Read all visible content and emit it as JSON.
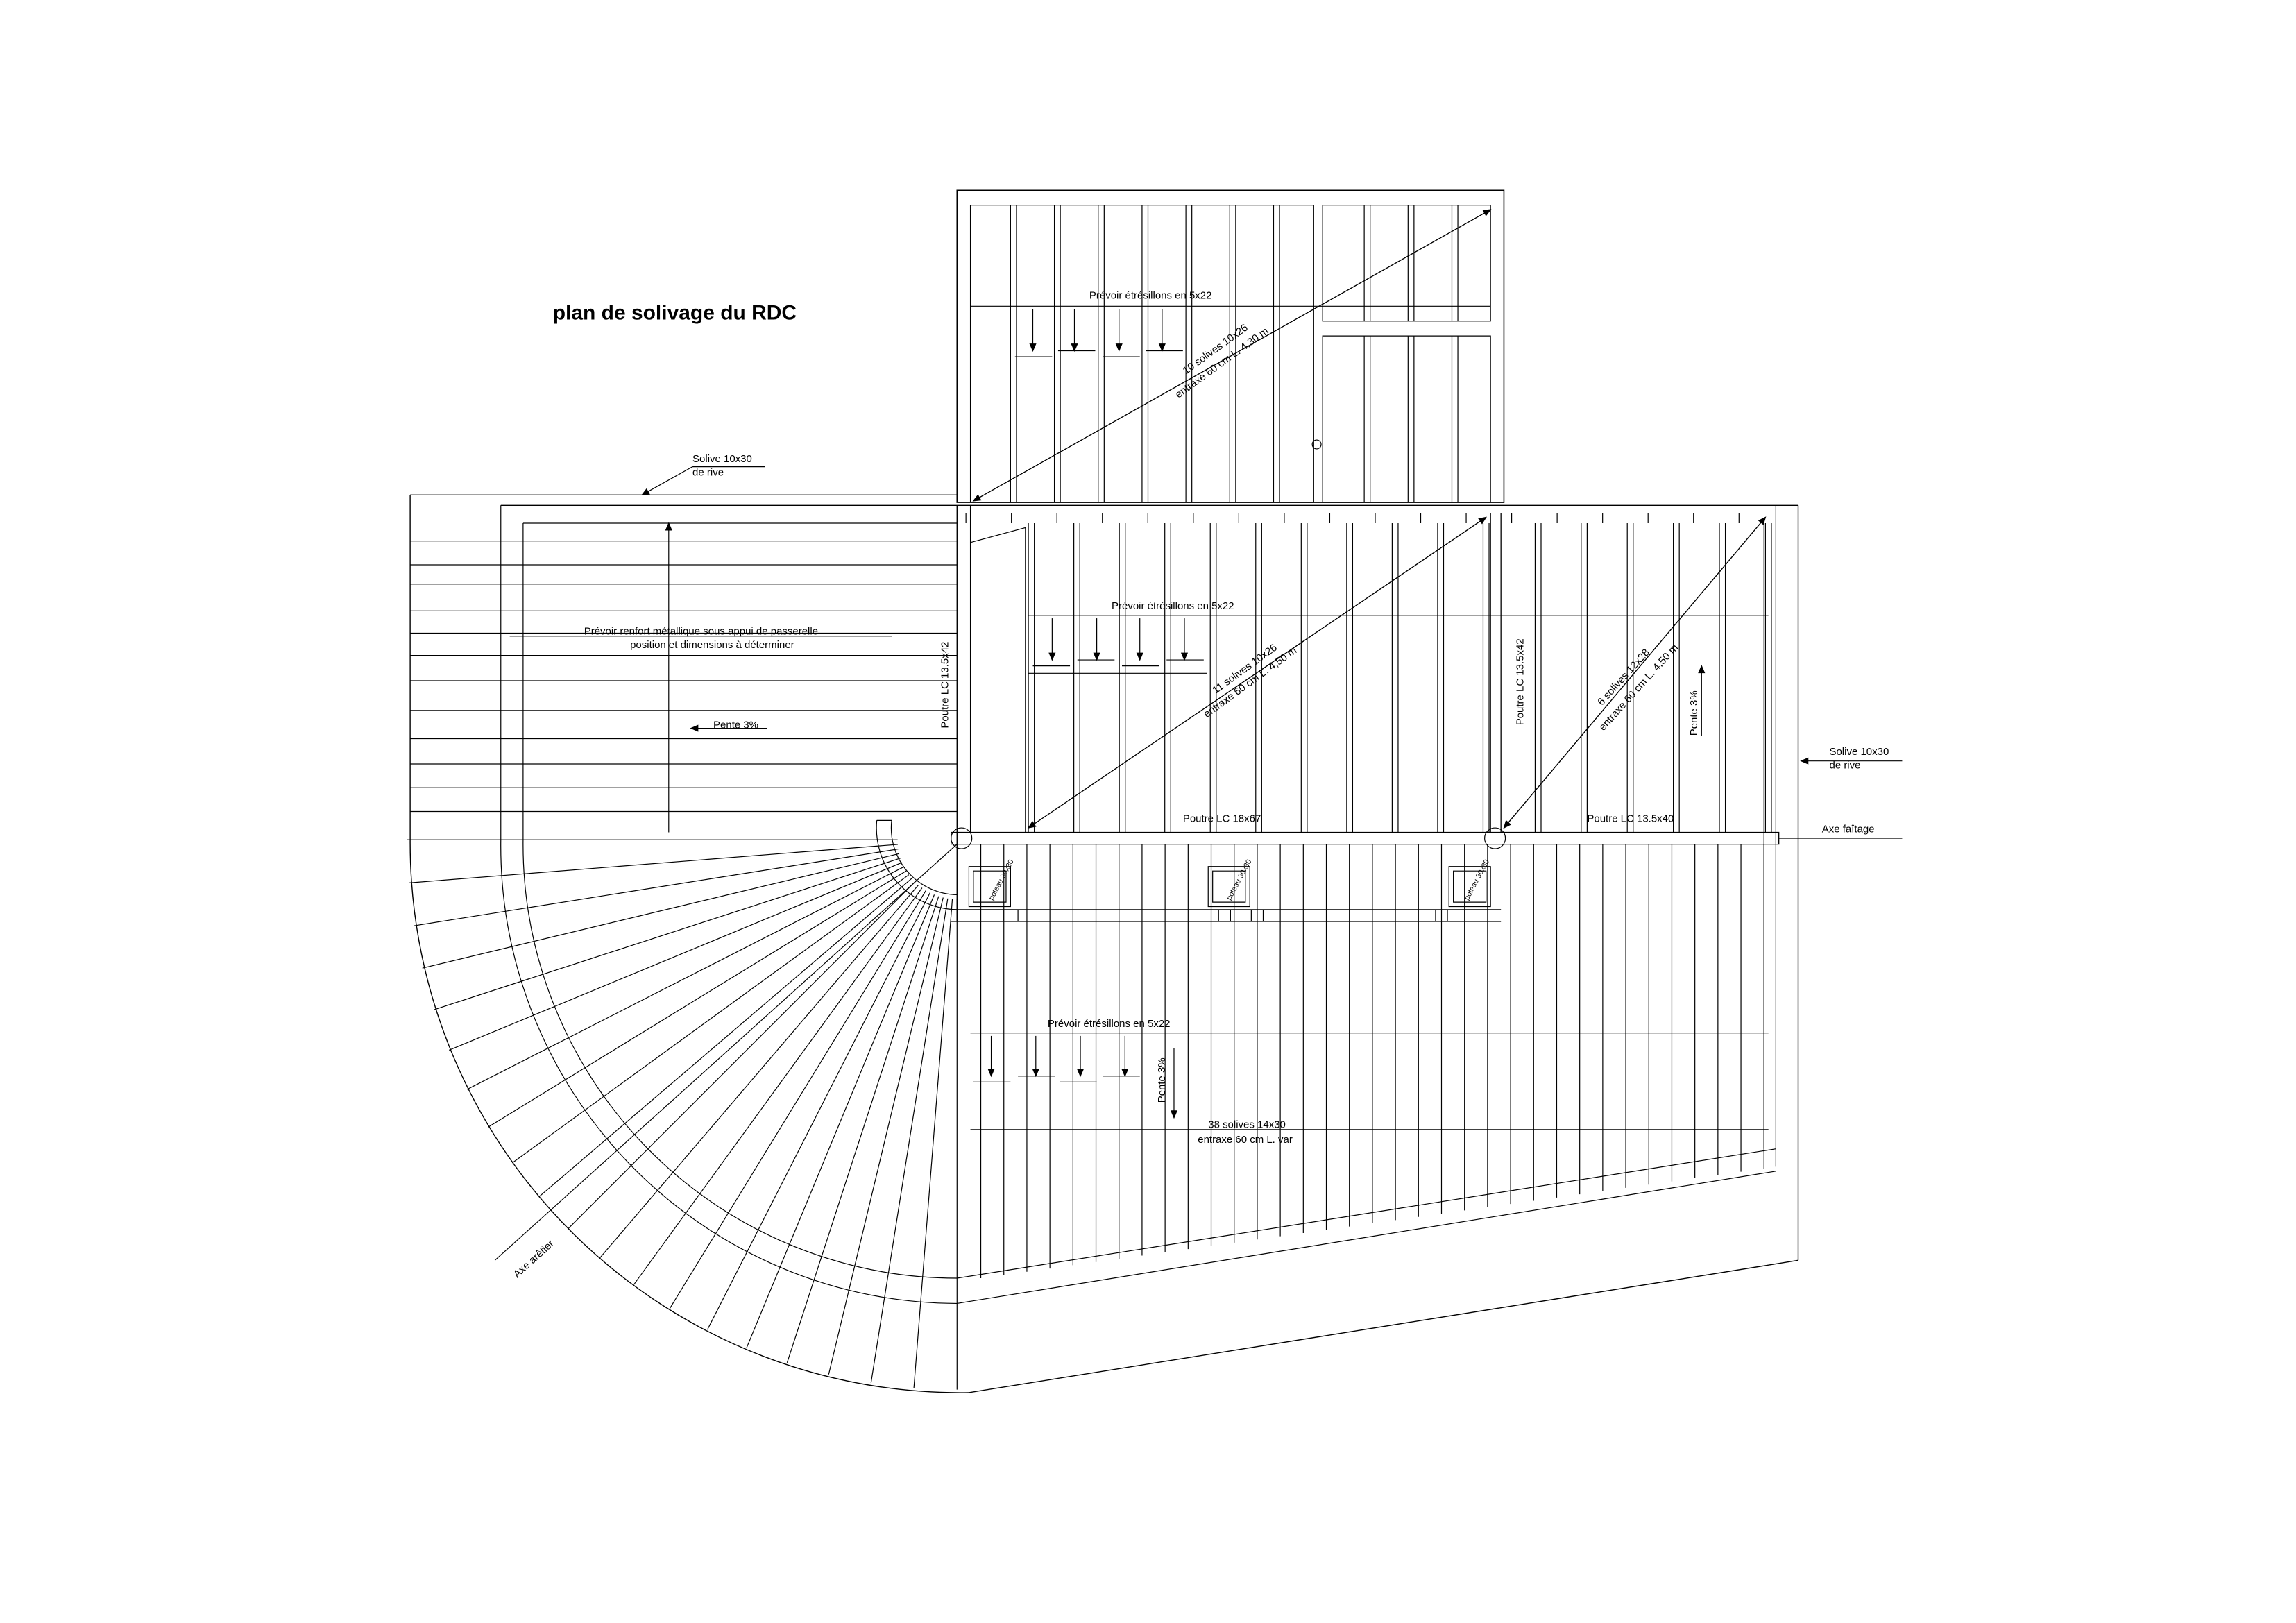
{
  "title": "plan de solivage du RDC",
  "notes": {
    "solive_rive_left_1": "Solive 10x30",
    "solive_rive_left_2": "de rive",
    "solive_rive_right_1": "Solive 10x30",
    "solive_rive_right_2": "de rive",
    "etresillons_top": "Prévoir étrésillons en 5x22",
    "etresillons_mid": "Prévoir étrésillons en 5x22",
    "etresillons_bottom": "Prévoir étrésillons en 5x22",
    "renfort_1": "Prévoir renfort métallique sous appui de passerelle",
    "renfort_2": "position et dimensions à déterminer",
    "pente_left": "Pente 3%",
    "pente_right": "Pente 3%",
    "pente_bottom": "Pente 3%",
    "poutre_lc_35": "Poutre LC 13.5x42",
    "poutre_lc_center_vertical": "Poutre LC 13.5x42",
    "poutre_lc_center": "Poutre LC 18x67",
    "poutre_lc_right": "Poutre LC 13.5x40",
    "axe_faitage": "Axe faîtage",
    "axe_aretier": "Axe arêtier",
    "solives_top_1": "10 solives 10x26",
    "solives_top_2": "entraxe 60 cm L. 4,30 m",
    "solives_mid_1": "11 solives 10x26",
    "solives_mid_2": "entraxe 60 cm L. 4,50 m",
    "solives_right_1": "6 solives 12x28",
    "solives_right_2": "entraxe 60 cm L. 4,50 m",
    "solives_bottom_1": "38 solives 14x30",
    "solives_bottom_2": "entraxe 60 cm L. var",
    "poteau_1": "poteau 30x30",
    "poteau_2": "poteau 30x30",
    "poteau_3": "poteau 30x30"
  }
}
